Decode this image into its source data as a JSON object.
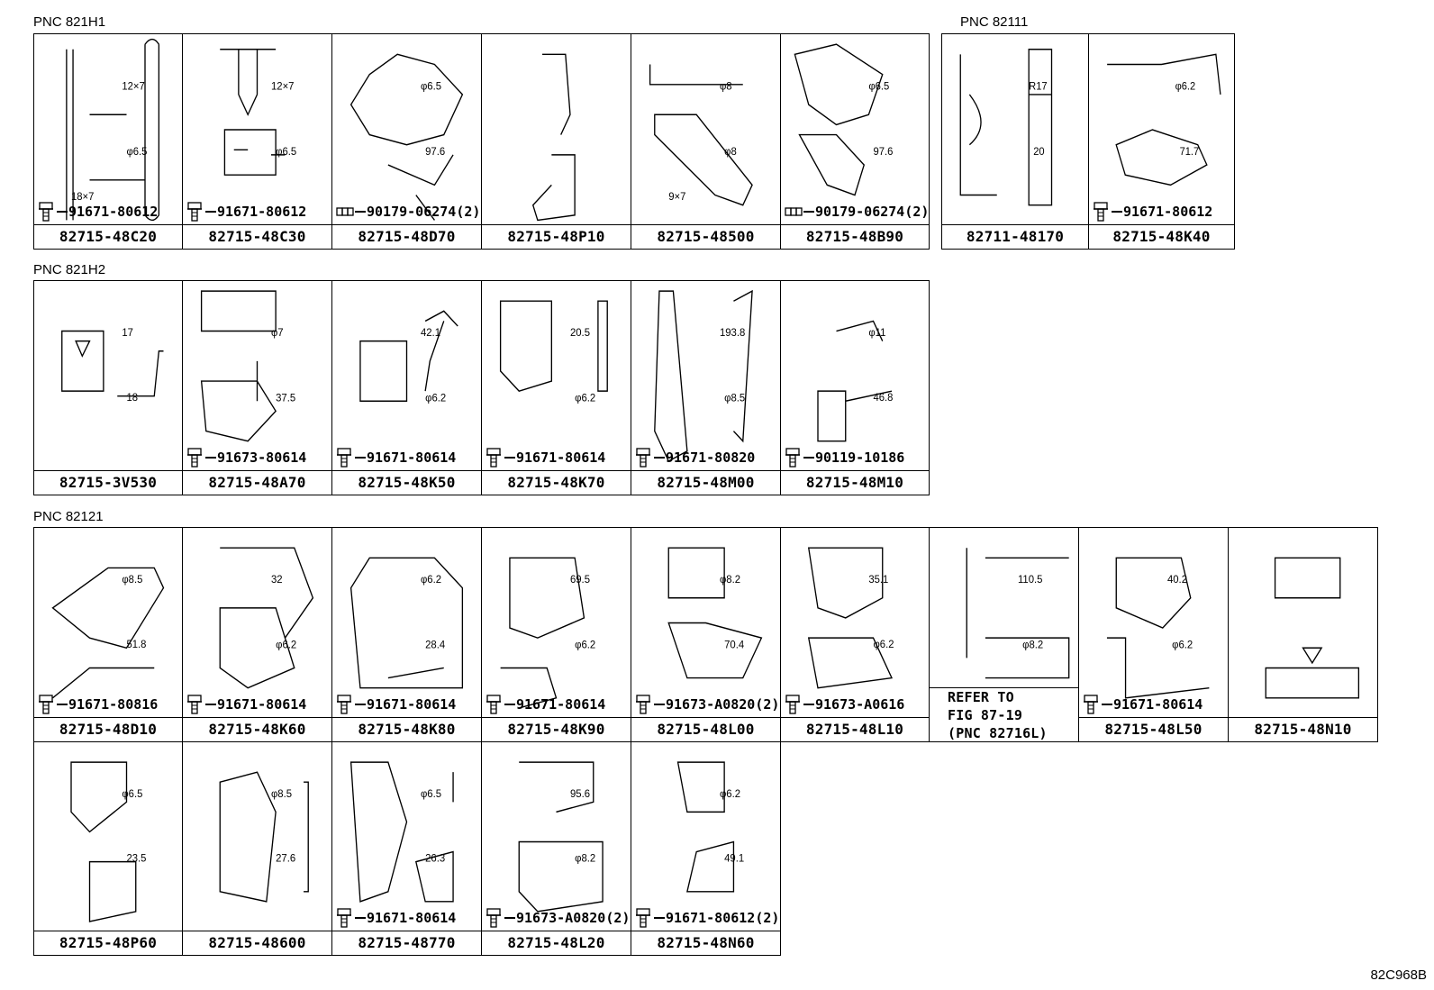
{
  "sections": [
    {
      "label": "PNC 821H1"
    },
    {
      "label": "PNC 82111"
    },
    {
      "label": "PNC 821H2"
    },
    {
      "label": "PNC 82121"
    }
  ],
  "cells": [
    {
      "part": "82715-48C20",
      "fastener": "91671-80612",
      "type": "bolt",
      "dims": [
        "12×7",
        "φ6.5",
        "18×7"
      ]
    },
    {
      "part": "82715-48C30",
      "fastener": "91671-80612",
      "type": "bolt",
      "dims": [
        "12×7",
        "φ6.5"
      ]
    },
    {
      "part": "82715-48D70",
      "fastener": "90179-06274(2)",
      "type": "nut",
      "dims": [
        "φ6.5",
        "97.6"
      ]
    },
    {
      "part": "82715-48P10",
      "fastener": "",
      "type": "",
      "dims": []
    },
    {
      "part": "82715-48500",
      "fastener": "",
      "type": "",
      "dims": [
        "φ8",
        "φ8",
        "9×7"
      ]
    },
    {
      "part": "82715-48B90",
      "fastener": "90179-06274(2)",
      "type": "nut",
      "dims": [
        "φ6.5",
        "97.6"
      ]
    },
    {
      "part": "82711-48170",
      "fastener": "",
      "type": "",
      "dims": [
        "R17",
        "20"
      ]
    },
    {
      "part": "82715-48K40",
      "fastener": "91671-80612",
      "type": "bolt",
      "dims": [
        "φ6.2",
        "71.7"
      ]
    },
    {
      "part": "82715-3V530",
      "fastener": "",
      "type": "",
      "dims": [
        "17",
        "18"
      ]
    },
    {
      "part": "82715-48A70",
      "fastener": "91673-80614",
      "type": "bolt",
      "dims": [
        "φ7",
        "37.5"
      ]
    },
    {
      "part": "82715-48K50",
      "fastener": "91671-80614",
      "type": "bolt",
      "dims": [
        "42.1",
        "φ6.2"
      ]
    },
    {
      "part": "82715-48K70",
      "fastener": "91671-80614",
      "type": "bolt",
      "dims": [
        "20.5",
        "φ6.2"
      ]
    },
    {
      "part": "82715-48M00",
      "fastener": "91671-80820",
      "type": "bolt",
      "dims": [
        "193.8",
        "φ8.5"
      ]
    },
    {
      "part": "82715-48M10",
      "fastener": "90119-10186",
      "type": "bolt",
      "dims": [
        "φ11",
        "46.8"
      ]
    },
    {
      "part": "82715-48D10",
      "fastener": "91671-80816",
      "type": "bolt",
      "dims": [
        "φ8.5",
        "51.8"
      ]
    },
    {
      "part": "82715-48K60",
      "fastener": "91671-80614",
      "type": "bolt",
      "dims": [
        "32",
        "φ6.2"
      ]
    },
    {
      "part": "82715-48K80",
      "fastener": "91671-80614",
      "type": "bolt",
      "dims": [
        "φ6.2",
        "28.4"
      ]
    },
    {
      "part": "82715-48K90",
      "fastener": "91671-80614",
      "type": "bolt",
      "dims": [
        "69.5",
        "φ6.2"
      ]
    },
    {
      "part": "82715-48L00",
      "fastener": "91673-A0820(2)",
      "type": "bolt",
      "dims": [
        "φ8.2",
        "70.4"
      ]
    },
    {
      "part": "82715-48L10",
      "fastener": "91673-A0616",
      "type": "bolt",
      "dims": [
        "35.1",
        "φ6.2"
      ]
    },
    {
      "part": "REFER TO\nFIG 87-19\n(PNC 82716L)",
      "fastener": "",
      "type": "",
      "dims": [
        "110.5",
        "φ8.2"
      ]
    },
    {
      "part": "82715-48L50",
      "fastener": "91671-80614",
      "type": "bolt",
      "dims": [
        "40.2",
        "φ6.2"
      ]
    },
    {
      "part": "82715-48N10",
      "fastener": "",
      "type": "",
      "dims": []
    },
    {
      "part": "82715-48P60",
      "fastener": "",
      "type": "",
      "dims": [
        "φ6.5",
        "23.5"
      ]
    },
    {
      "part": "82715-48600",
      "fastener": "",
      "type": "",
      "dims": [
        "φ8.5",
        "27.6"
      ]
    },
    {
      "part": "82715-48770",
      "fastener": "91671-80614",
      "type": "bolt",
      "dims": [
        "φ6.5",
        "26.3"
      ]
    },
    {
      "part": "82715-48L20",
      "fastener": "91673-A0820(2)",
      "type": "bolt",
      "dims": [
        "95.6",
        "φ8.2"
      ]
    },
    {
      "part": "82715-48N60",
      "fastener": "91671-80612(2)",
      "type": "bolt",
      "dims": [
        "φ6.2",
        "49.1"
      ]
    }
  ],
  "reference_code": "82C968B"
}
